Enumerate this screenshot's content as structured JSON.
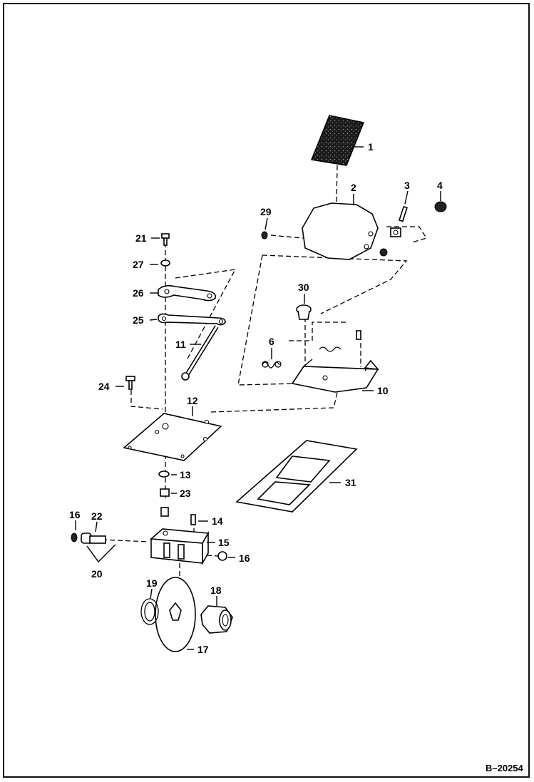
{
  "figure_id": "B–20254",
  "callouts": [
    "1",
    "2",
    "3",
    "4",
    "29",
    "21",
    "27",
    "26",
    "25",
    "11",
    "30",
    "6",
    "10",
    "24",
    "12",
    "13",
    "23",
    "31",
    "16",
    "22",
    "14",
    "15",
    "16",
    "20",
    "19",
    "18",
    "17"
  ]
}
